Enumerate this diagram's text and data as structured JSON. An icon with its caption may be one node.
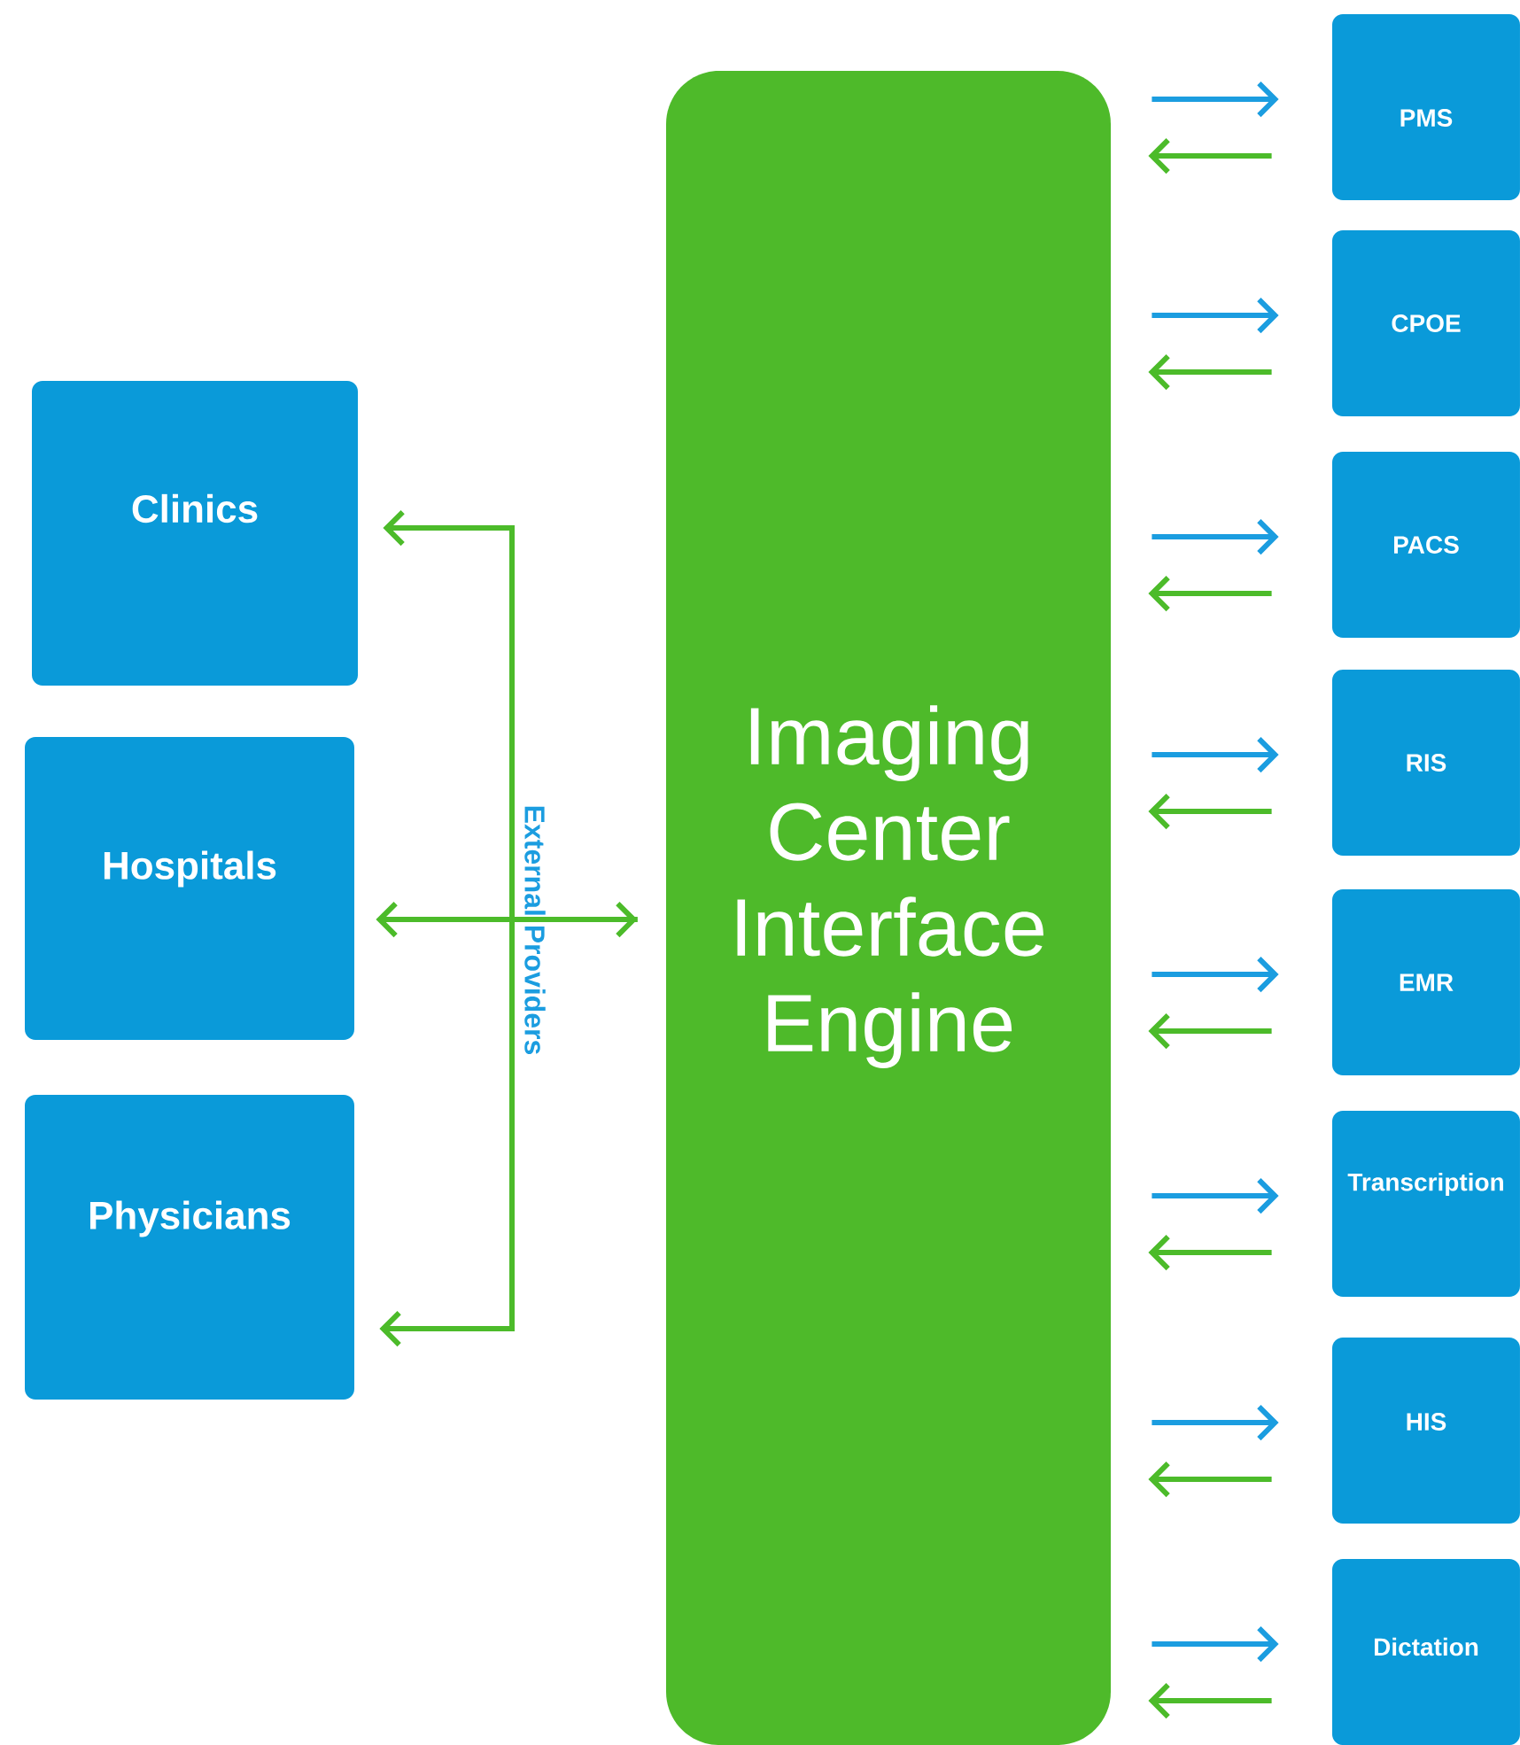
{
  "diagram": {
    "nodes": [
      {
        "text": [
          "Clinics"
        ]
      },
      {
        "text": [
          "Hospitals"
        ]
      },
      {
        "text": [
          "Physicians"
        ]
      },
      {
        "text": [
          "Imaging Center Interface Engine"
        ]
      },
      {
        "text": [
          "PMS"
        ]
      },
      {
        "text": [
          "CPOE"
        ]
      },
      {
        "text": [
          "PACS"
        ]
      },
      {
        "text": [
          "RIS"
        ]
      },
      {
        "text": [
          "EMR"
        ]
      },
      {
        "text": [
          "Transcription"
        ]
      },
      {
        "text": [
          "HIS"
        ]
      },
      {
        "text": [
          "Dictation"
        ]
      }
    ],
    "edges": [
      {
        "from": 3,
        "to": 0,
        "arrow": "to",
        "color": "#4cbb2a"
      },
      {
        "from": 1,
        "to": 3,
        "arrow": "both",
        "color": "#4cbb2a"
      },
      {
        "from": 3,
        "to": 2,
        "arrow": "to",
        "color": "#4cbb2a"
      },
      {
        "from": 3,
        "to": 4,
        "arrow": "to",
        "color": "#1b9de0"
      },
      {
        "from": 4,
        "to": 3,
        "arrow": "to",
        "color": "#4cbb2a"
      },
      {
        "from": 3,
        "to": 5,
        "arrow": "to",
        "color": "#1b9de0"
      },
      {
        "from": 5,
        "to": 3,
        "arrow": "to",
        "color": "#4cbb2a"
      },
      {
        "from": 3,
        "to": 6,
        "arrow": "to",
        "color": "#1b9de0"
      },
      {
        "from": 6,
        "to": 3,
        "arrow": "to",
        "color": "#4cbb2a"
      },
      {
        "from": 3,
        "to": 7,
        "arrow": "to",
        "color": "#1b9de0"
      },
      {
        "from": 7,
        "to": 3,
        "arrow": "to",
        "color": "#4cbb2a"
      },
      {
        "from": 3,
        "to": 8,
        "arrow": "to",
        "color": "#1b9de0"
      },
      {
        "from": 8,
        "to": 3,
        "arrow": "to",
        "color": "#4cbb2a"
      },
      {
        "from": 3,
        "to": 9,
        "arrow": "to",
        "color": "#1b9de0"
      },
      {
        "from": 9,
        "to": 3,
        "arrow": "to",
        "color": "#4cbb2a"
      },
      {
        "from": 3,
        "to": 10,
        "arrow": "to",
        "color": "#1b9de0"
      },
      {
        "from": 10,
        "to": 3,
        "arrow": "to",
        "color": "#4cbb2a"
      },
      {
        "from": 3,
        "to": 11,
        "arrow": "to",
        "color": "#1b9de0"
      },
      {
        "from": 11,
        "to": 3,
        "arrow": "to",
        "color": "#4cbb2a"
      }
    ],
    "labels": [
      "External Providers"
    ]
  }
}
